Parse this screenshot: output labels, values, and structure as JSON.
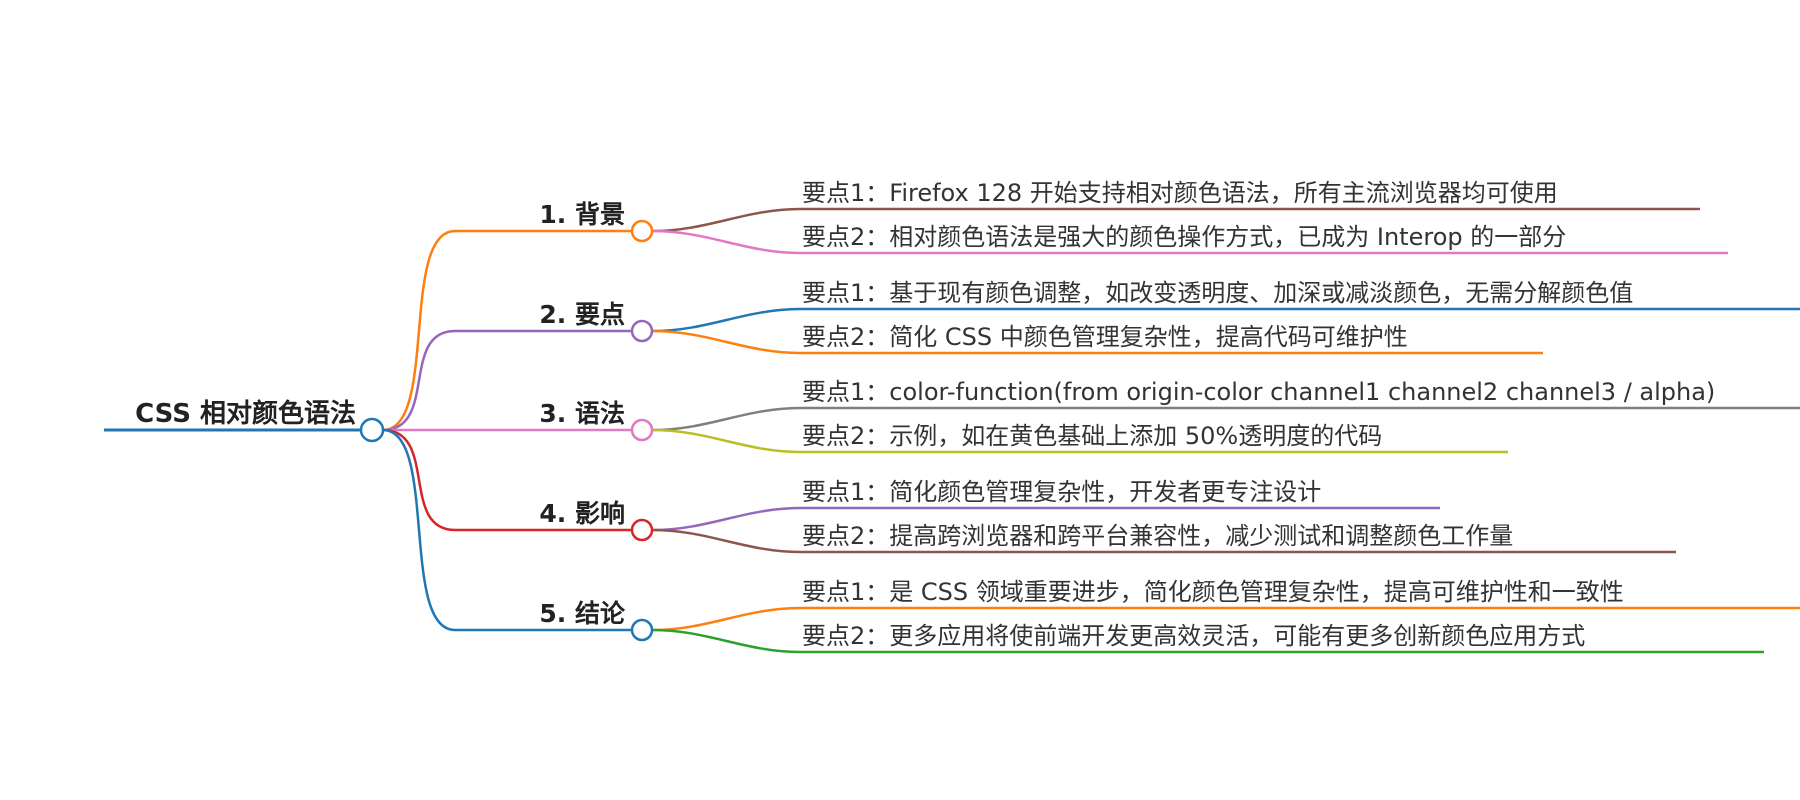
{
  "root": {
    "label": "CSS 相对颜色语法",
    "color": "#1f77b4"
  },
  "branches": [
    {
      "label": "1. 背景",
      "color": "#ff7f0e",
      "leaves": [
        {
          "label": "要点1：Firefox 128 开始支持相对颜色语法，所有主流浏览器均可使用",
          "color": "#8c564b"
        },
        {
          "label": "要点2：相对颜色语法是强大的颜色操作方式，已成为 Interop 的一部分",
          "color": "#e377c2"
        }
      ]
    },
    {
      "label": "2. 要点",
      "color": "#9467bd",
      "leaves": [
        {
          "label": "要点1：基于现有颜色调整，如改变透明度、加深或减淡颜色，无需分解颜色值",
          "color": "#1f77b4"
        },
        {
          "label": "要点2：简化 CSS 中颜色管理复杂性，提高代码可维护性",
          "color": "#ff7f0e"
        }
      ]
    },
    {
      "label": "3. 语法",
      "color": "#e377c2",
      "leaves": [
        {
          "label": "要点1：color-function(from origin-color channel1 channel2 channel3 / alpha)",
          "color": "#7f7f7f"
        },
        {
          "label": "要点2：示例，如在黄色基础上添加 50%透明度的代码",
          "color": "#bcbd22"
        }
      ]
    },
    {
      "label": "4. 影响",
      "color": "#d62728",
      "leaves": [
        {
          "label": "要点1：简化颜色管理复杂性，开发者更专注设计",
          "color": "#9467bd"
        },
        {
          "label": "要点2：提高跨浏览器和跨平台兼容性，减少测试和调整颜色工作量",
          "color": "#8c564b"
        }
      ]
    },
    {
      "label": "5. 结论",
      "color": "#1f77b4",
      "leaves": [
        {
          "label": "要点1：是 CSS 领域重要进步，简化颜色管理复杂性，提高可维护性和一致性",
          "color": "#ff7f0e"
        },
        {
          "label": "要点2：更多应用将使前端开发更高效灵活，可能有更多创新颜色应用方式",
          "color": "#2ca02c"
        }
      ]
    }
  ]
}
